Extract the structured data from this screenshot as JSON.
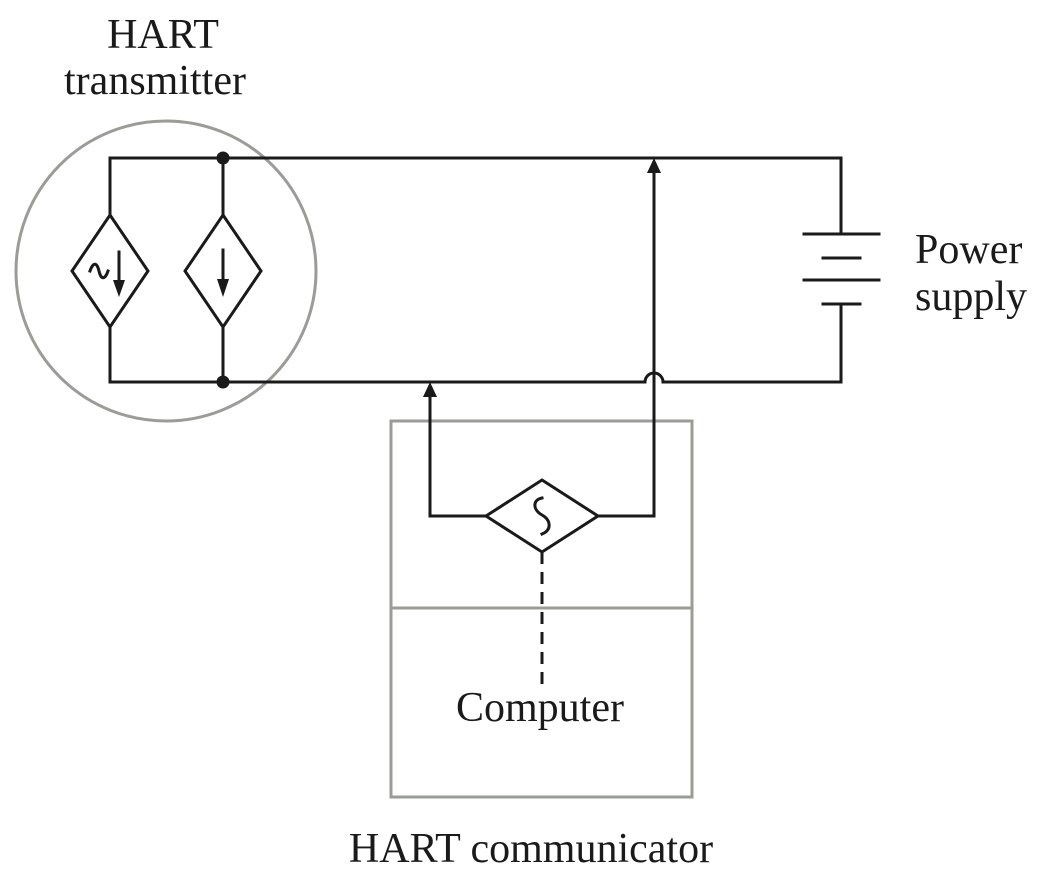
{
  "labels": {
    "transmitter_line1": "HART",
    "transmitter_line2": "transmitter",
    "power_line1": "Power",
    "power_line2": "supply",
    "computer": "Computer",
    "communicator": "HART communicator"
  },
  "colors": {
    "wire": "#1a1a1a",
    "enclosure": "#9a9c98",
    "background": "#ffffff"
  },
  "icons": {
    "signal_source": "ac-dependent-current-source-icon",
    "loop_source": "dependent-current-source-icon",
    "modem": "ac-source-modem-icon",
    "battery": "battery-icon"
  }
}
